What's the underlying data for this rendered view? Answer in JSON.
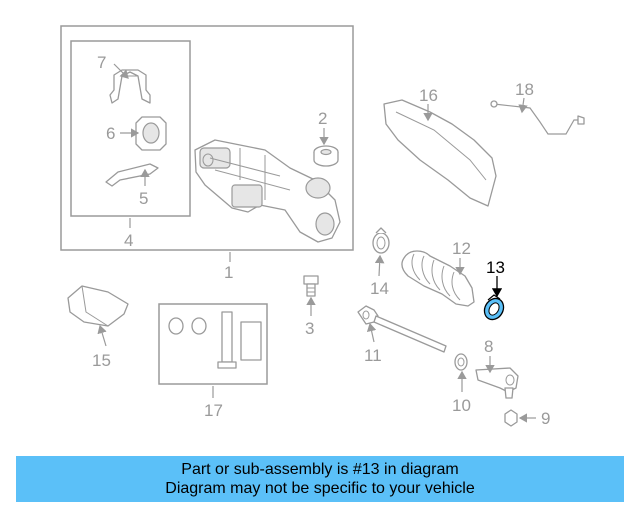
{
  "diagram": {
    "callouts": [
      "1",
      "2",
      "3",
      "4",
      "5",
      "6",
      "7",
      "8",
      "9",
      "10",
      "11",
      "12",
      "13",
      "14",
      "15",
      "16",
      "17",
      "18"
    ],
    "highlighted": "13",
    "highlight_color": "#5bc0f8",
    "line_color": "#9a9a9a"
  },
  "banner": {
    "line1": "Part or sub-assembly is #13 in diagram",
    "line2": "Diagram may not be specific to your vehicle",
    "background": "#5bc0f8"
  }
}
